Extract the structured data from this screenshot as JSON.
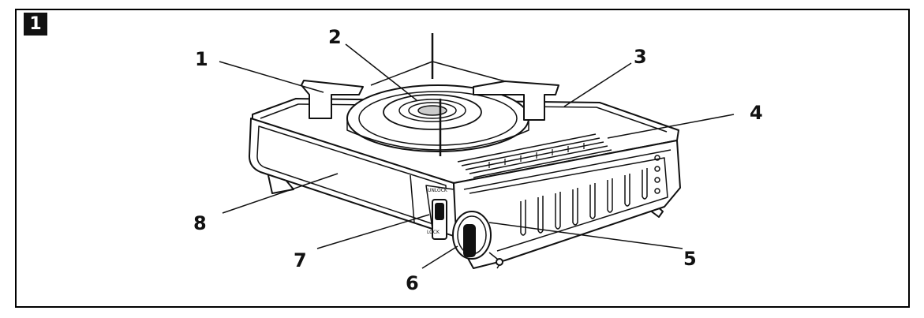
{
  "figure": {
    "number": "1"
  },
  "callouts": [
    {
      "id": 1,
      "label": "1"
    },
    {
      "id": 2,
      "label": "2"
    },
    {
      "id": 3,
      "label": "3"
    },
    {
      "id": 4,
      "label": "4"
    },
    {
      "id": 5,
      "label": "5"
    },
    {
      "id": 6,
      "label": "6"
    },
    {
      "id": 7,
      "label": "7"
    },
    {
      "id": 8,
      "label": "8"
    }
  ],
  "switch_labels": {
    "unlock": "UNLOCK",
    "lock": "LOCK"
  }
}
